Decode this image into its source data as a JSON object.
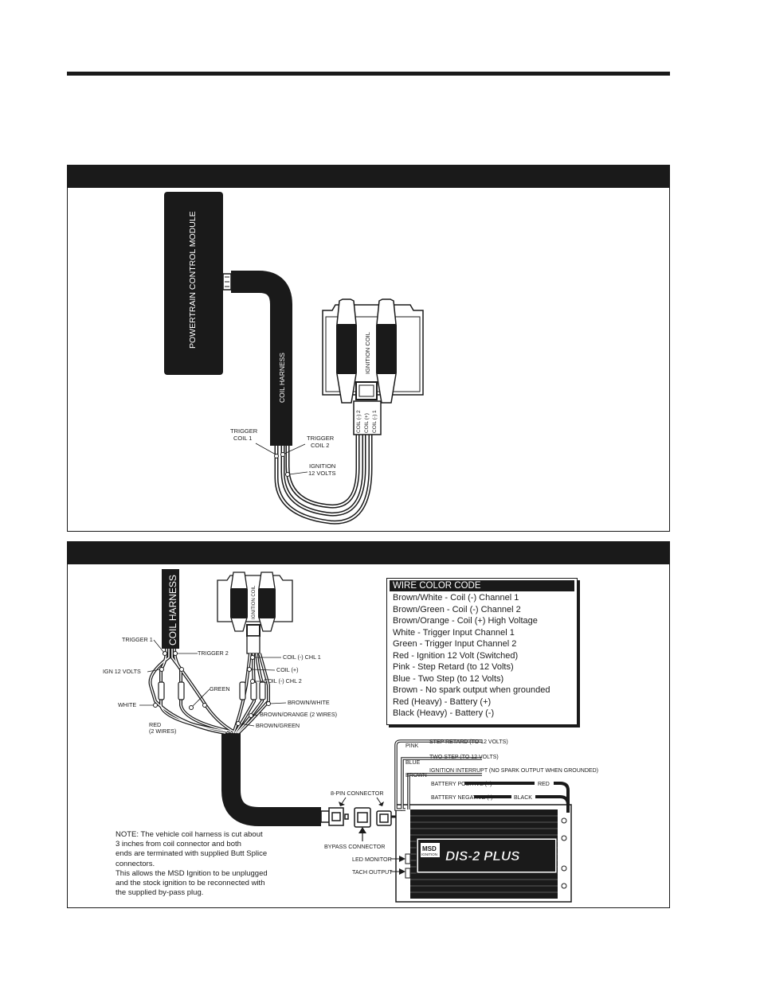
{
  "diagram1": {
    "module_label": "POWERTRAIN CONTROL MODULE",
    "harness_label": "COIL HARNESS",
    "coil_label": "IGNITION COIL",
    "pins": [
      "COIL (-) 2",
      "COIL (+)",
      "COIL (-) 1"
    ],
    "trigger1": [
      "TRIGGER",
      "COIL 1"
    ],
    "trigger2": [
      "TRIGGER",
      "COIL 2"
    ],
    "ign": [
      "IGNITION",
      "12 VOLTS"
    ]
  },
  "diagram2": {
    "harness_label": "COIL HARNESS",
    "coil_label": "IGNITION COIL",
    "labels": {
      "trigger1": "TRIGGER 1",
      "trigger2": "TRIGGER 2",
      "ign12": "IGN 12 VOLTS",
      "white": "WHITE",
      "green": "GREEN",
      "red": [
        "RED",
        "(2 WIRES)"
      ],
      "coil_chl1": "COIL (-) CHL 1",
      "coil_plus": "COIL (+)",
      "coil_chl2": "COIL (-) CHL 2",
      "brown_white": "BROWN/WHITE",
      "brown_orange": "BROWN/ORANGE (2 WIRES)",
      "brown_green": "BROWN/GREEN",
      "eight_pin": "8-PIN CONNECTOR",
      "bypass": "BYPASS CONNECTOR",
      "led_monitor": "LED MONITOR",
      "tach_output": "TACH OUTPUT",
      "pink": "PINK",
      "blue": "BLUE",
      "brown": "BROWN",
      "step_retard": "STEP RETARD (TO 12 VOLTS)",
      "two_step": "TWO STEP (TO 12 VOLTS)",
      "ign_interrupt": "IGNITION INTERRUPT (NO SPARK OUTPUT WHEN GROUNDED)",
      "batt_pos": "BATTERY POSITIVE (+)",
      "batt_neg": "BATTERY NEGATIVE (-)",
      "red_heavy": "RED",
      "black_heavy": "BLACK"
    },
    "box_brand": "MSD",
    "box_brand_sub": "IGNITION",
    "box_model": "DIS-2 PLUS",
    "legend": {
      "title": "WIRE COLOR CODE",
      "rows": [
        "Brown/White - Coil (-) Channel 1",
        "Brown/Green - Coil (-) Channel 2",
        "Brown/Orange - Coil (+) High Voltage",
        "White - Trigger Input Channel 1",
        "Green - Trigger Input Channel 2",
        "Red - Ignition 12 Volt (Switched)",
        "Pink - Step Retard (to 12 Volts)",
        "Blue - Two Step (to 12 Volts)",
        "Brown - No spark output when grounded",
        "Red (Heavy) - Battery (+)",
        "Black (Heavy) - Battery (-)"
      ]
    },
    "note": [
      "NOTE: The vehicle coil harness is cut about",
      "3 inches from coil connector and both",
      "ends are terminated with supplied Butt Splice",
      "connectors.",
      "This allows the MSD Ignition to be unplugged",
      "and the stock ignition to be reconnected with",
      "the supplied by-pass plug."
    ]
  }
}
